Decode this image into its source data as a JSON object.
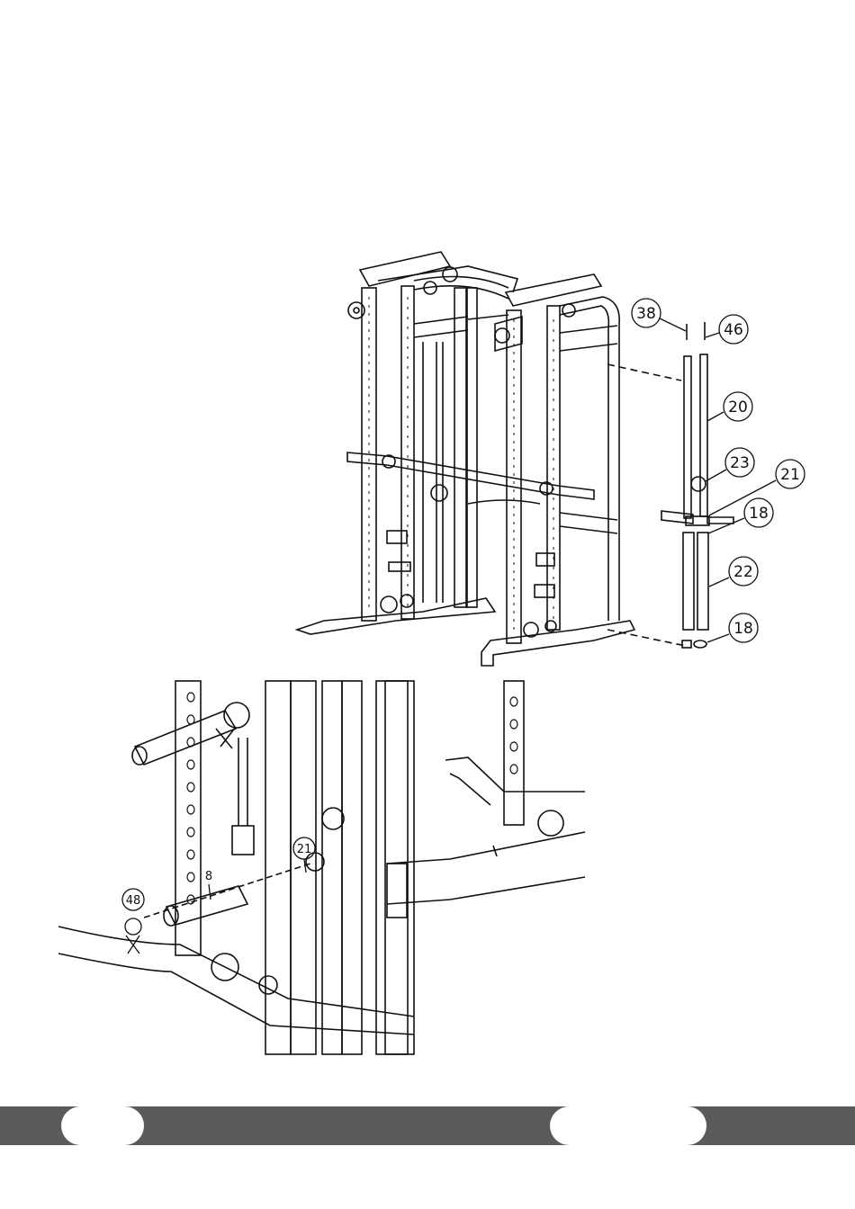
{
  "figure1": {
    "callouts": [
      {
        "number": "38"
      },
      {
        "number": "46"
      },
      {
        "number": "20"
      },
      {
        "number": "23"
      },
      {
        "number": "21"
      },
      {
        "number": "18"
      },
      {
        "number": "22"
      },
      {
        "number": "18"
      }
    ]
  },
  "figure2": {
    "callouts": [
      {
        "number": "48"
      },
      {
        "number": "8"
      },
      {
        "number": "21"
      }
    ]
  },
  "footer": {
    "color": "#5a5a5a"
  }
}
